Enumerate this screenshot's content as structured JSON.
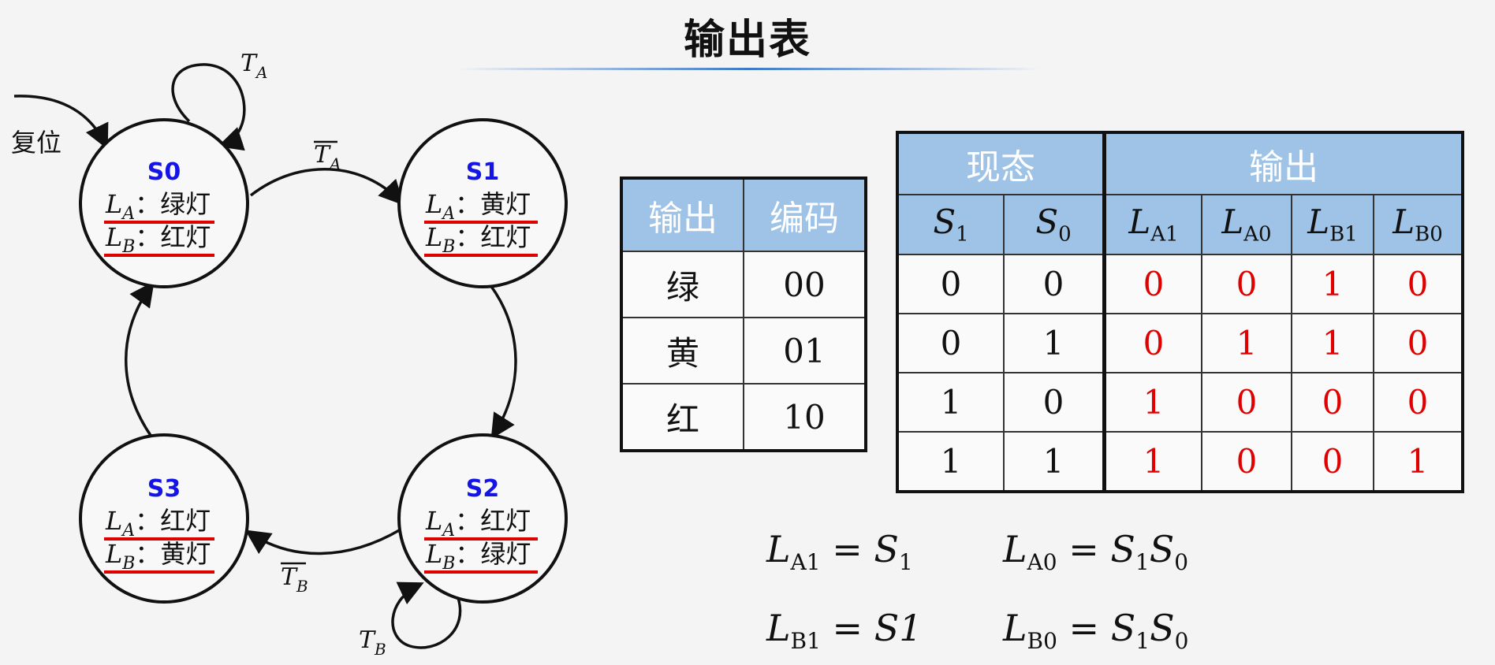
{
  "title": "输出表",
  "fsm": {
    "reset_label": "复位",
    "states": [
      {
        "name": "S0",
        "la_label": "L",
        "la_sub": "A",
        "la_value": "：绿灯",
        "lb_label": "L",
        "lb_sub": "B",
        "lb_value": "：红灯"
      },
      {
        "name": "S1",
        "la_label": "L",
        "la_sub": "A",
        "la_value": "：黄灯",
        "lb_label": "L",
        "lb_sub": "B",
        "lb_value": "：红灯"
      },
      {
        "name": "S2",
        "la_label": "L",
        "la_sub": "A",
        "la_value": "：红灯",
        "lb_label": "L",
        "lb_sub": "B",
        "lb_value": "：绿灯"
      },
      {
        "name": "S3",
        "la_label": "L",
        "la_sub": "A",
        "la_value": "：红灯",
        "lb_label": "L",
        "lb_sub": "B",
        "lb_value": "：黄灯"
      }
    ],
    "edges": {
      "s0_self": {
        "var": "T",
        "sub": "A"
      },
      "s0_s1": {
        "var": "T",
        "sub": "A"
      },
      "s2_self": {
        "var": "T",
        "sub": "B"
      },
      "s2_s3": {
        "var": "T",
        "sub": "B"
      }
    }
  },
  "encoding_table": {
    "headers": [
      "输出",
      "编码"
    ],
    "rows": [
      [
        "绿",
        "00"
      ],
      [
        "黄",
        "01"
      ],
      [
        "红",
        "10"
      ]
    ]
  },
  "output_table": {
    "group_headers": [
      "现态",
      "输出"
    ],
    "columns": [
      {
        "var": "S",
        "sub": "1"
      },
      {
        "var": "S",
        "sub": "0"
      },
      {
        "var": "L",
        "sub": "A1"
      },
      {
        "var": "L",
        "sub": "A0"
      },
      {
        "var": "L",
        "sub": "B1"
      },
      {
        "var": "L",
        "sub": "B0"
      }
    ],
    "rows": [
      [
        "0",
        "0",
        "0",
        "0",
        "1",
        "0"
      ],
      [
        "0",
        "1",
        "0",
        "1",
        "1",
        "0"
      ],
      [
        "1",
        "0",
        "1",
        "0",
        "0",
        "0"
      ],
      [
        "1",
        "1",
        "1",
        "0",
        "0",
        "1"
      ]
    ]
  },
  "equations": {
    "la1": {
      "lhs": "L",
      "lhs_sub": "A1",
      "eq": " = ",
      "rhs": [
        {
          "v": "S",
          "s": "1"
        }
      ]
    },
    "la0": {
      "lhs": "L",
      "lhs_sub": "A0",
      "eq": " = ",
      "rhs": [
        {
          "v": "S",
          "s": "1"
        },
        {
          "v": "S",
          "s": "0"
        }
      ]
    },
    "lb1": {
      "lhs": "L",
      "lhs_sub": "B1",
      "eq": " = ",
      "rhs_text": "S1"
    },
    "lb0": {
      "lhs": "L",
      "lhs_sub": "B0",
      "eq": " = ",
      "rhs": [
        {
          "v": "S",
          "s": "1"
        },
        {
          "v": "S",
          "s": "0"
        }
      ]
    }
  },
  "colors": {
    "state_name": "#1414e6",
    "underline": "#e00000",
    "output_value": "#e00000",
    "table_header": "#9ec3e6"
  }
}
